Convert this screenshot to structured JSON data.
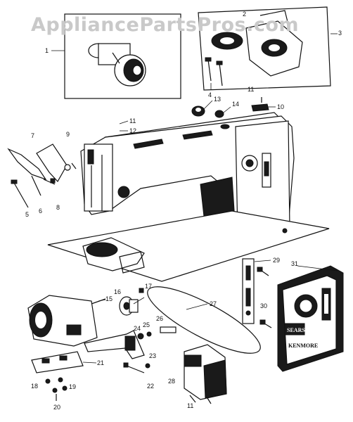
{
  "watermark": "AppliancePartsPros.com",
  "plate": {
    "brand": "SEARS",
    "model": "KENMORE"
  },
  "callouts": [
    "1",
    "2",
    "3",
    "4",
    "5",
    "6",
    "7",
    "8",
    "9",
    "10",
    "11",
    "12",
    "13",
    "14",
    "15",
    "16",
    "17",
    "18",
    "19",
    "20",
    "21",
    "22",
    "23",
    "24",
    "25",
    "26",
    "27",
    "28",
    "29",
    "30",
    "31"
  ],
  "colors": {
    "ink": "#111111",
    "paper": "#ffffff",
    "watermark": "#c9c9c9",
    "shading": "#1a1a1a"
  }
}
